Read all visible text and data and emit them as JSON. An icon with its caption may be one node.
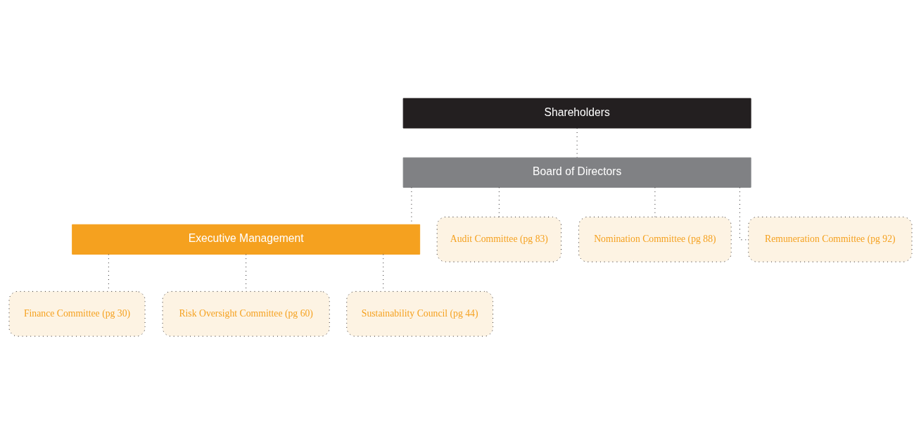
{
  "diagram": {
    "nodes": [
      {
        "text": [
          "Shareholders"
        ]
      },
      {
        "text": [
          "Board of Directors"
        ]
      },
      {
        "text": [
          "Executive Management"
        ]
      },
      {
        "text": [
          "Audit Committee (pg 83)"
        ]
      },
      {
        "text": [
          "Nomination Committee (pg 88)"
        ]
      },
      {
        "text": [
          "Remuneration Committee (pg 92)"
        ]
      },
      {
        "text": [
          "Finance Committee (pg 30)"
        ]
      },
      {
        "text": [
          "Risk Oversight Committee (pg 60)"
        ]
      },
      {
        "text": [
          "Sustainability Council (pg 44)"
        ]
      }
    ],
    "edges": [
      {
        "from": 0,
        "to": 1,
        "arrow": "none"
      },
      {
        "from": 1,
        "to": 2,
        "arrow": "none"
      },
      {
        "from": 1,
        "to": 3,
        "arrow": "none"
      },
      {
        "from": 1,
        "to": 4,
        "arrow": "none"
      },
      {
        "from": 1,
        "to": 5,
        "arrow": "none"
      },
      {
        "from": 2,
        "to": 6,
        "arrow": "none"
      },
      {
        "from": 2,
        "to": 7,
        "arrow": "none"
      },
      {
        "from": 2,
        "to": 8,
        "arrow": "none"
      }
    ]
  }
}
